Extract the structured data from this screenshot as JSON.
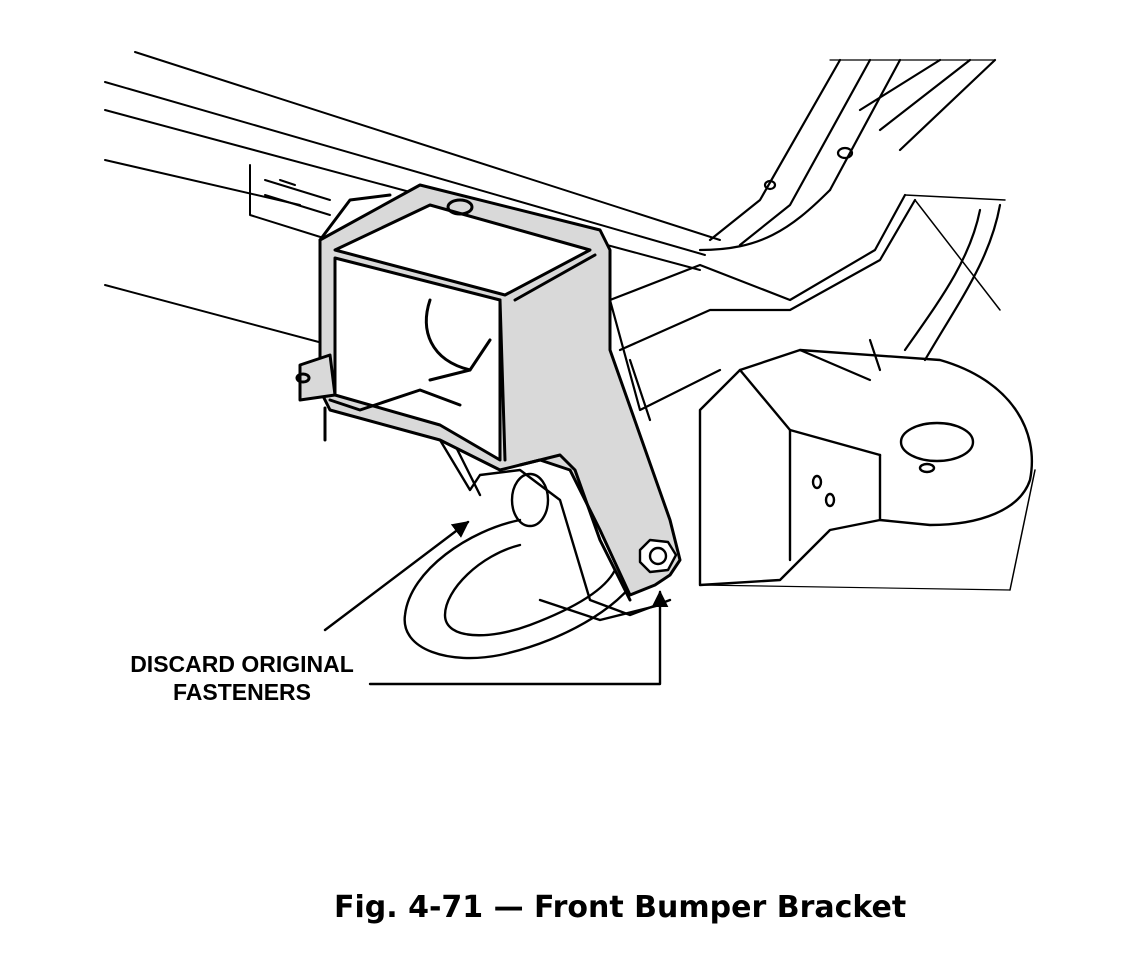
{
  "callout": {
    "line1": "DISCARD ORIGINAL",
    "line2": "FASTENERS"
  },
  "caption": "Fig. 4-71 — Front Bumper Bracket",
  "colors": {
    "ink": "#000000",
    "paper": "#ffffff",
    "bracket_fill": "#d9d9d9"
  }
}
